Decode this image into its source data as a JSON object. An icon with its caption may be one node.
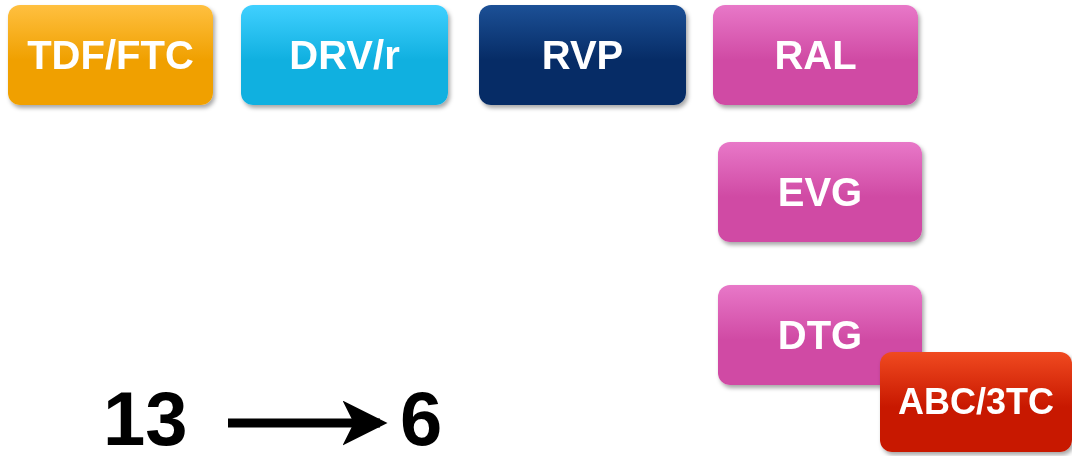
{
  "diagram": {
    "nodes": [
      {
        "text": [
          "TDF/FTC"
        ]
      },
      {
        "text": [
          "DRV/r"
        ]
      },
      {
        "text": [
          "RVP"
        ]
      },
      {
        "text": [
          "RAL"
        ]
      },
      {
        "text": [
          "EVG"
        ]
      },
      {
        "text": [
          "DTG"
        ]
      },
      {
        "text": [
          "ABC/3TC"
        ]
      },
      {
        "text": [
          "13"
        ]
      },
      {
        "text": [
          "6"
        ]
      }
    ],
    "edges": [
      {
        "from": 7,
        "to": 8,
        "arrow": "to"
      }
    ]
  }
}
